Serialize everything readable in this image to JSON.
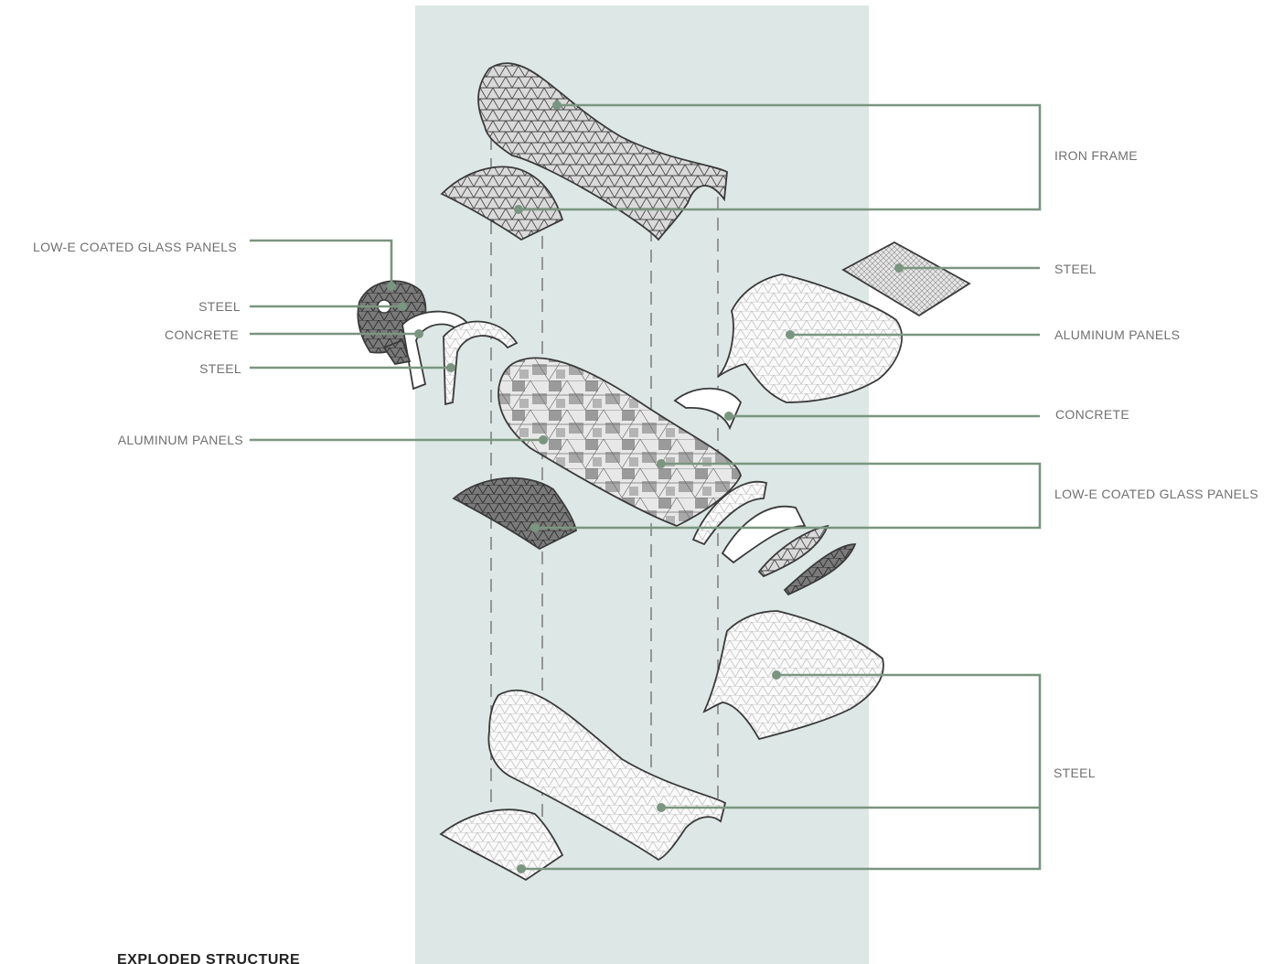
{
  "caption": "EXPLODED STRUCTURE",
  "colors": {
    "band": "#dde7e5",
    "leader": "#7a9580",
    "label_text": "#707070",
    "caption_text": "#222222",
    "outline": "#3a3a3a",
    "dark_mesh": "#6e6e6e",
    "light_mesh": "#f4f4f4"
  },
  "labels": {
    "left": {
      "low_e_glass": "LOW-E COATED GLASS PANELS",
      "steel_1": "STEEL",
      "concrete": "CONCRETE",
      "steel_2": "STEEL",
      "aluminum": "ALUMINUM PANELS"
    },
    "right": {
      "iron_frame": "IRON FRAME",
      "steel_top": "STEEL",
      "aluminum": "ALUMINUM PANELS",
      "concrete": "CONCRETE",
      "low_e_glass": "LOW-E COATED GLASS PANELS",
      "steel_bottom": "STEEL"
    }
  }
}
